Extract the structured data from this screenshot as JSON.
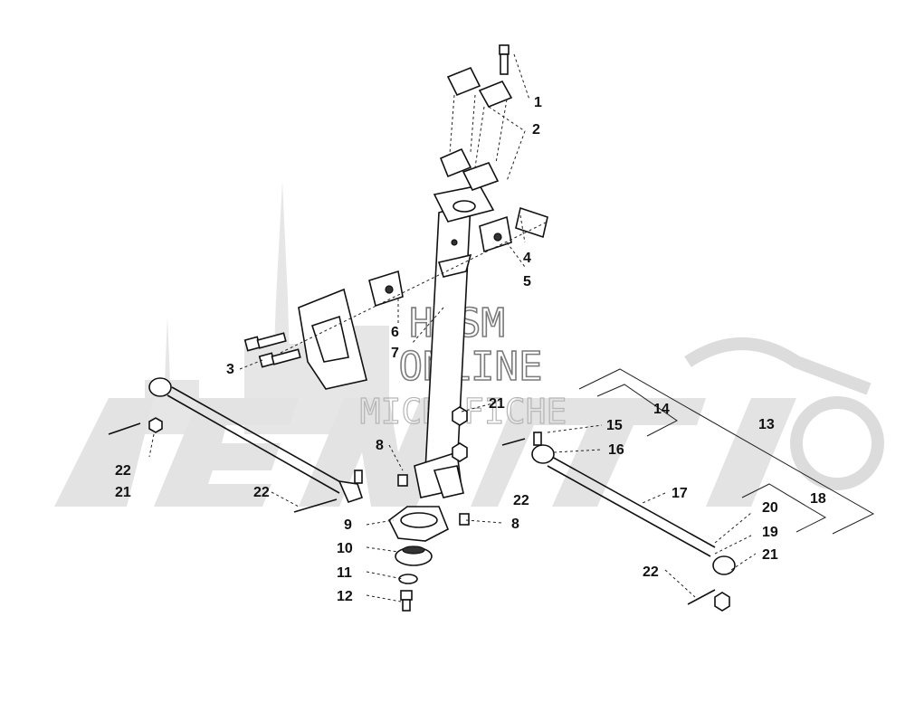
{
  "watermark": {
    "line1": "HLSM",
    "line2": "ONLINE",
    "line3": "MICROFICHE"
  },
  "callouts": [
    "1",
    "2",
    "3",
    "4",
    "5",
    "6",
    "7",
    "8",
    "9",
    "10",
    "11",
    "12",
    "13",
    "14",
    "15",
    "16",
    "17",
    "18",
    "19",
    "20",
    "21",
    "22"
  ],
  "labels": {
    "c1": "1",
    "c2": "2",
    "c3": "3",
    "c4": "4",
    "c5": "5",
    "c6": "6",
    "c7": "7",
    "c8a": "8",
    "c8b": "8",
    "c9": "9",
    "c10": "10",
    "c11": "11",
    "c12": "12",
    "c13": "13",
    "c14": "14",
    "c15": "15",
    "c16": "16",
    "c17": "17",
    "c18": "18",
    "c19": "19",
    "c20": "20",
    "c21a": "21",
    "c21b": "21",
    "c21c": "21",
    "c22a": "22",
    "c22b": "22",
    "c22c": "22",
    "c22d": "22"
  }
}
